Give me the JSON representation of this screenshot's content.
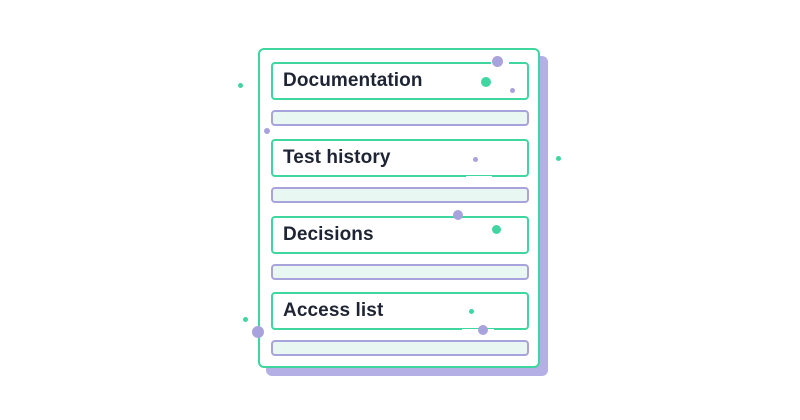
{
  "colors": {
    "green": "#3fd6a0",
    "lavender": "#a8a3dc",
    "mint_fill": "#e8f7f1",
    "text": "#1e2433",
    "shadow": "#b4b0e6"
  },
  "sections": [
    {
      "label": "Documentation"
    },
    {
      "label": "Test history"
    },
    {
      "label": "Decisions"
    },
    {
      "label": "Access list"
    }
  ]
}
